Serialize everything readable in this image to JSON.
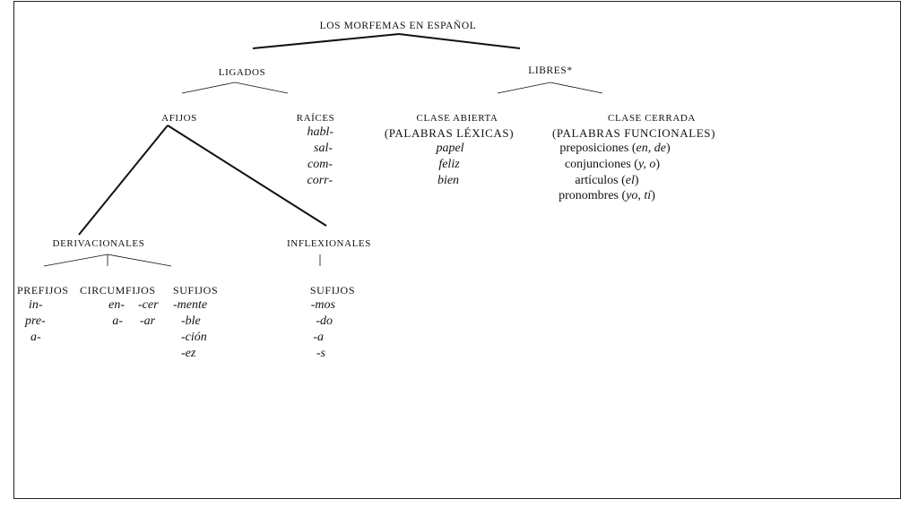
{
  "diagram": {
    "root": "LOS MORFEMAS EN ESPAÑOL",
    "ligados": "LIGADOS",
    "libres": "LIBRES*",
    "afijos": "AFIJOS",
    "raices": {
      "label": "RAÍCES",
      "items": [
        "habl-",
        "sal-",
        "com-",
        "corr-"
      ]
    },
    "clase_abierta": {
      "label": "CLASE ABIERTA",
      "sublabel": "(PALABRAS LÉXICAS)",
      "items": [
        "papel",
        "feliz",
        "bien"
      ]
    },
    "clase_cerrada": {
      "label": "CLASE CERRADA",
      "sublabel": "(PALABRAS FUNCIONALES)",
      "items": [
        {
          "word": "preposiciones",
          "examples": "en, de"
        },
        {
          "word": "conjunciones",
          "examples": "y, o"
        },
        {
          "word": "artículos",
          "examples": "el"
        },
        {
          "word": "pronombres",
          "examples": "yo, tí"
        }
      ]
    },
    "derivacionales": {
      "label": "DERIVACIONALES",
      "prefijos": {
        "label": "PREFIJOS",
        "items": [
          "in-",
          "pre-",
          "a-"
        ]
      },
      "circumfijos": {
        "label": "CIRCUMFIJOS",
        "left": [
          "en-",
          "a-"
        ],
        "right": [
          "-cer",
          "-ar"
        ]
      },
      "sufijos": {
        "label": "SUFIJOS",
        "items": [
          "-mente",
          "-ble",
          "-ción",
          "-ez"
        ]
      }
    },
    "inflexionales": {
      "label": "INFLEXIONALES",
      "sufijos": {
        "label": "SUFIJOS",
        "items": [
          "-mos",
          "-do",
          "-a",
          "-s"
        ]
      }
    }
  }
}
